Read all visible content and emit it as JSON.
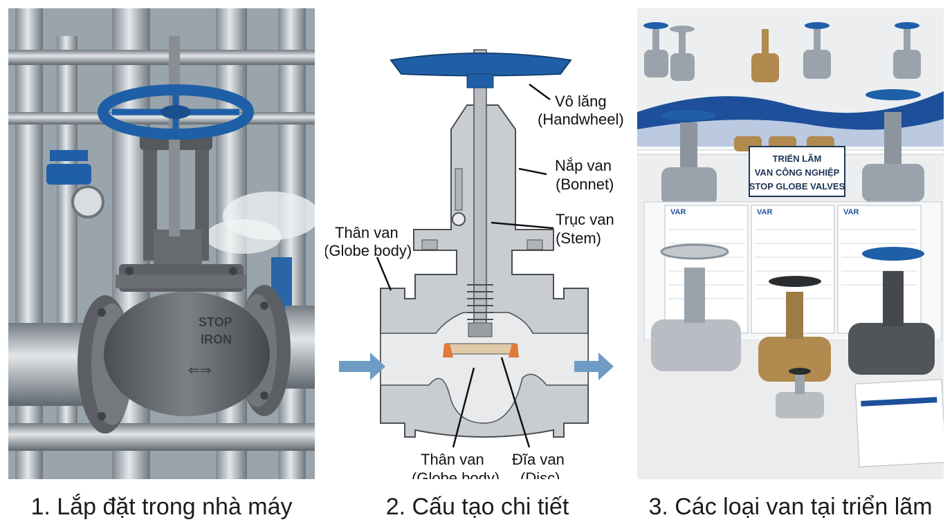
{
  "panels": [
    {
      "caption": "1. Lắp đặt trong nhà máy",
      "casting_text": [
        "STOP",
        "IRON"
      ]
    },
    {
      "caption": "2. Cấu tạo chi tiết",
      "labels": {
        "handwheel": [
          "Vô lăng",
          "(Handwheel)"
        ],
        "bonnet": [
          "Nắp van",
          "(Bonnet)"
        ],
        "stem": [
          "Trục van",
          "(Stem)"
        ],
        "globe_body_upper": [
          "Thân van",
          "(Globe body)"
        ],
        "globe_body_lower": [
          "Thân van",
          "(Globe body)"
        ],
        "disc": [
          "Đĩa van",
          "(Disc)"
        ]
      }
    },
    {
      "caption": "3. Các loại van tại triển lãm",
      "sign": [
        "TRIỂN LÃM",
        "VAN CÔNG NGHIỆP",
        "STOP GLOBE VALVES"
      ],
      "brand": "VAR"
    }
  ],
  "colors": {
    "handwheel_blue": "#1f5fa8",
    "body_grey": "#c9ccd0",
    "disc_orange": "#e07a3a",
    "flow_arrow": "#6f9cc4",
    "brass": "#b08a4e",
    "steel": "#9aa3ab"
  }
}
